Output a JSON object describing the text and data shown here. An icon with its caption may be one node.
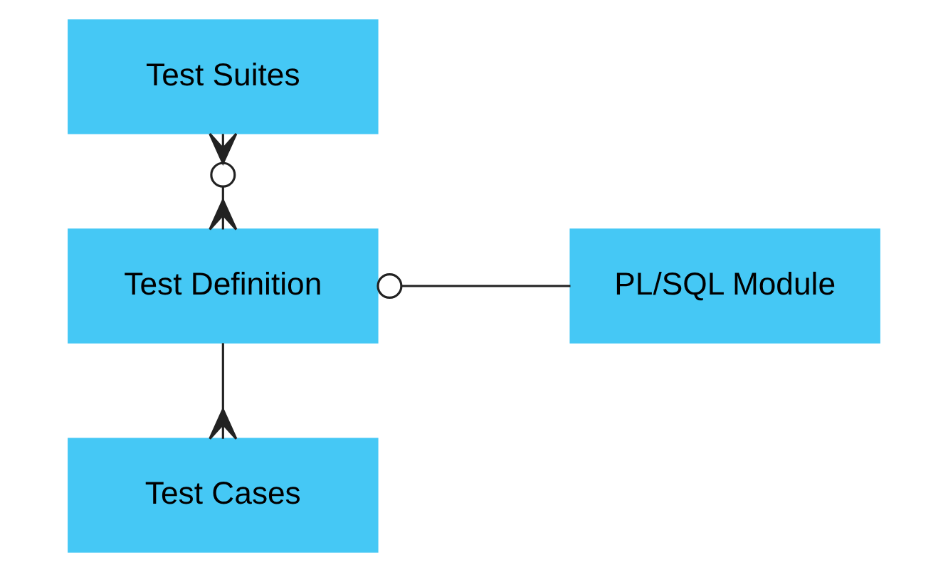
{
  "diagram": {
    "nodes": [
      {
        "text": [
          "Test Suites"
        ]
      },
      {
        "text": [
          "Test Definition"
        ]
      },
      {
        "text": [
          "PL/SQL Module"
        ]
      },
      {
        "text": [
          "Test Cases"
        ]
      }
    ],
    "edges": [
      {
        "from": 0,
        "to": 1,
        "arrow": "other"
      },
      {
        "from": 1,
        "to": 2,
        "arrow": "other"
      },
      {
        "from": 1,
        "to": 3,
        "arrow": "other"
      }
    ]
  }
}
